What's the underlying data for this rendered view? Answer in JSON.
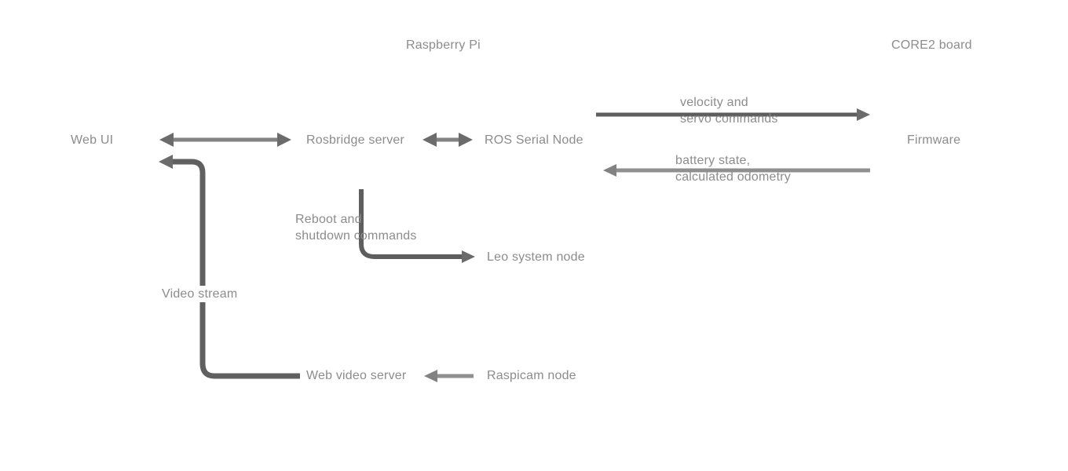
{
  "diagram": {
    "section_titles": {
      "raspberry_pi": "Raspberry Pi",
      "core2_board": "CORE2 board"
    },
    "nodes": {
      "web_ui": "Web UI",
      "rosbridge_server": "Rosbridge server",
      "ros_serial_node": "ROS Serial Node",
      "firmware": "Firmware",
      "leo_system_node": "Leo system node",
      "web_video_server": "Web video server",
      "raspicam_node": "Raspicam node"
    },
    "edge_labels": {
      "velocity": "velocity and\nservo commands",
      "battery": "battery state,\ncalculated odometry",
      "reboot": "Reboot and\nshutdown commands",
      "video_stream": "Video stream"
    },
    "edges": [
      {
        "from": "web_ui",
        "to": "rosbridge_server",
        "direction": "bidirectional"
      },
      {
        "from": "rosbridge_server",
        "to": "ros_serial_node",
        "direction": "bidirectional"
      },
      {
        "from": "ros_serial_node",
        "to": "firmware",
        "direction": "right",
        "label": "velocity and servo commands"
      },
      {
        "from": "firmware",
        "to": "ros_serial_node",
        "direction": "left",
        "label": "battery state, calculated odometry"
      },
      {
        "from": "rosbridge_server",
        "to": "leo_system_node",
        "direction": "right",
        "label": "Reboot and shutdown commands"
      },
      {
        "from": "web_video_server",
        "to": "web_ui",
        "direction": "left",
        "label": "Video stream"
      },
      {
        "from": "raspicam_node",
        "to": "web_video_server",
        "direction": "left"
      }
    ],
    "colors": {
      "line_light": "#828282",
      "line_medium": "#8f8f8f",
      "line_dark": "#5e5e5e",
      "arrowhead_dark": "#6b6b6b",
      "text": "#8c8c8c",
      "background": "#ffffff"
    }
  }
}
